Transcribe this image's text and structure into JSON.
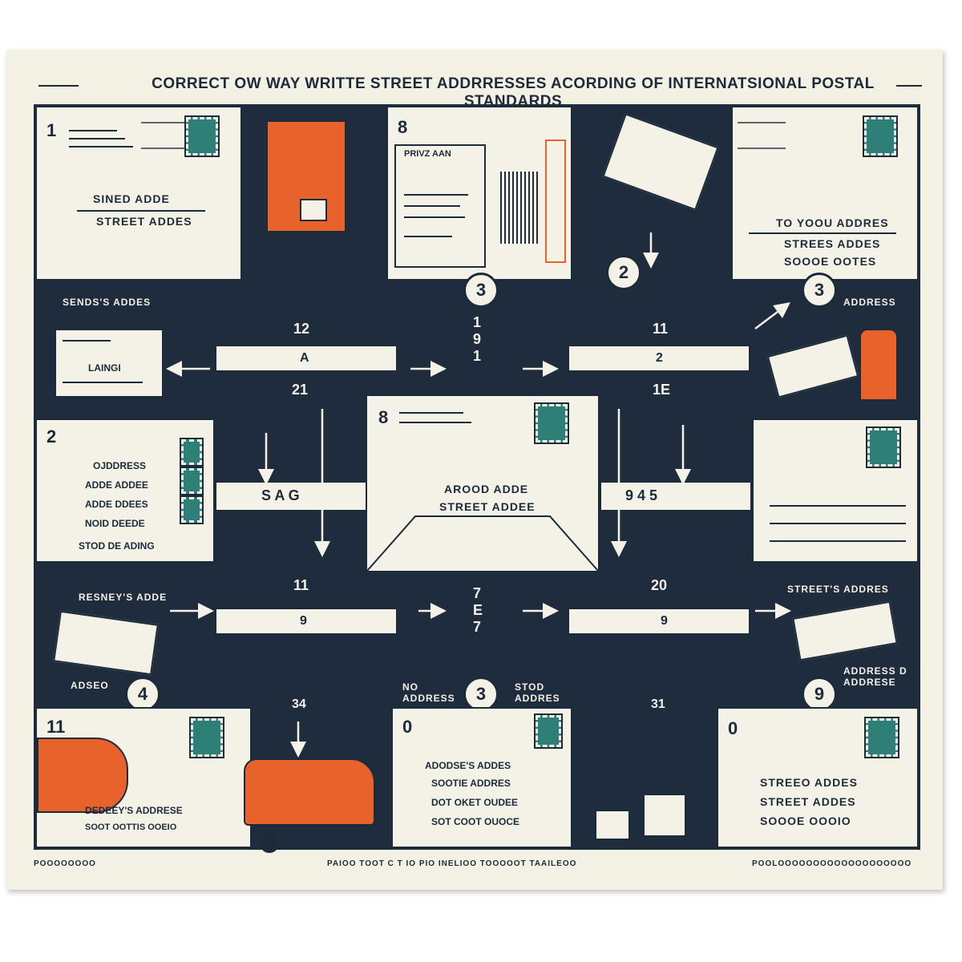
{
  "title": "CORRECT OW WAY WRITTE STREET ADDRRESSES ACORDING OF INTERNATSIONAL POSTAL STANDARDS",
  "cards": {
    "top_left": {
      "num": "1",
      "line1": "SINED ADDE",
      "line2": "STREET ADDES"
    },
    "top_center": {
      "num": "8",
      "header": "PRIVZ AAN"
    },
    "top_right": {
      "line1": "TO YOOU ADDRES",
      "line2": "STREES ADDES",
      "line3": "SOOOE OOTES"
    },
    "mid_left": {
      "num": "2",
      "line1": "OJDDRESS",
      "line2": "ADDE ADDEE",
      "line3": "ADDE DDEES",
      "line4": "NOID DEEDE",
      "line5": "STOD DE ADING"
    },
    "center": {
      "num": "8",
      "line1": "AROOD ADDE",
      "line2": "STREET ADDEE"
    },
    "bottom_left": {
      "num": "11",
      "line1": "DEDEEY'S ADDRESE",
      "line2": "SOOT OOTTIS OOEIO"
    },
    "bottom_center": {
      "num": "0",
      "line1": "ADODSE'S ADDES",
      "line2": "SOOTIE ADDRES",
      "line3": "DOT OKET OUDEE",
      "line4": "SOT COOT OUOCE"
    },
    "bottom_right": {
      "num": "0",
      "line1": "STREEO ADDES",
      "line2": "STREET ADDES",
      "line3": "SOOOE OOOIO"
    },
    "small_left": {
      "line1": "LAINGI"
    }
  },
  "hubs": {
    "tl": {
      "top": "12",
      "mid": "A",
      "bottom": "21"
    },
    "tr": {
      "top": "11",
      "mid": "2",
      "bottom": "1E"
    },
    "bl": {
      "top": "11",
      "mid": "9",
      "bottom": "34"
    },
    "br": {
      "top": "20",
      "mid": "9",
      "bottom": "31"
    }
  },
  "bands": {
    "left": "S  A  G",
    "right": "9  4  5"
  },
  "column_text": {
    "top": "1 9 1",
    "bottom": "7 E 7"
  },
  "circles": [
    "2",
    "3",
    "3",
    "3",
    "4",
    "9"
  ],
  "labels": {
    "sender_tl": "SENDS'S ADDES",
    "address_tr": "ADDRESS",
    "sender_bl": "RESNEY'S ADDE",
    "adseo": "ADSEO",
    "street_br": "STREET'S ADDRES",
    "address_br": "ADDRESS D ADDRESE",
    "no_address": "NO ADDRESS",
    "stod_address": "STOD ADDRES"
  },
  "footer": {
    "left": "POOOOOOOO",
    "center": "PAIOO TOOT C T IO PIO INELIOO TOOOOOT TAAILEOO",
    "right": "POOLOOOOOOOOOOOOOOOOOOO"
  },
  "colors": {
    "navy": "#1e2c3d",
    "cream": "#f4f1e6",
    "orange": "#e8622c",
    "teal": "#2e7f78"
  },
  "icons": [
    "stamp-icon",
    "postmark-icon",
    "barcode-icon",
    "mailbox-icon",
    "van-icon",
    "hand-pen-icon",
    "envelope-stack-icon",
    "parcel-icon",
    "arrow-icon"
  ]
}
